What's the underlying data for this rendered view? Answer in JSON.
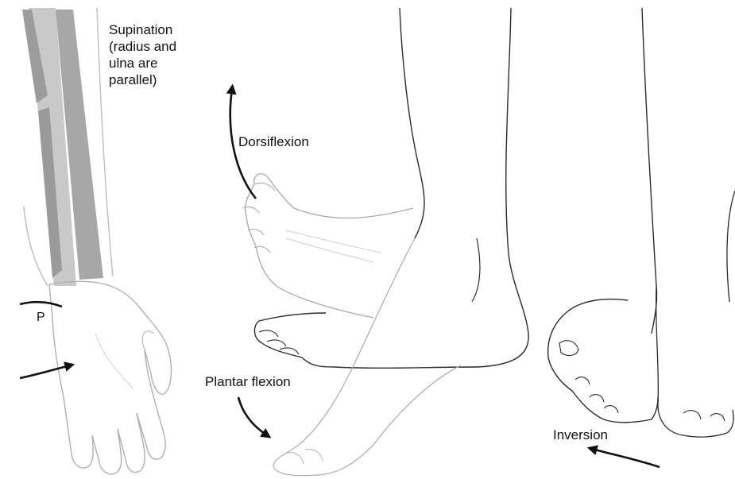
{
  "labels": {
    "supination_lines": [
      "Supination",
      "(radius and",
      "ulna are",
      "parallel)"
    ],
    "pronation_marker": "P",
    "dorsiflexion": "Dorsiflexion",
    "plantar_flexion": "Plantar flexion",
    "inversion": "Inversion"
  },
  "colors": {
    "outline": "#2b2b2b",
    "faint_outline": "#b5b5b5",
    "bone_dark": "#9a9a9a",
    "bone_light": "#c8c8c8",
    "arrow": "#111111"
  }
}
